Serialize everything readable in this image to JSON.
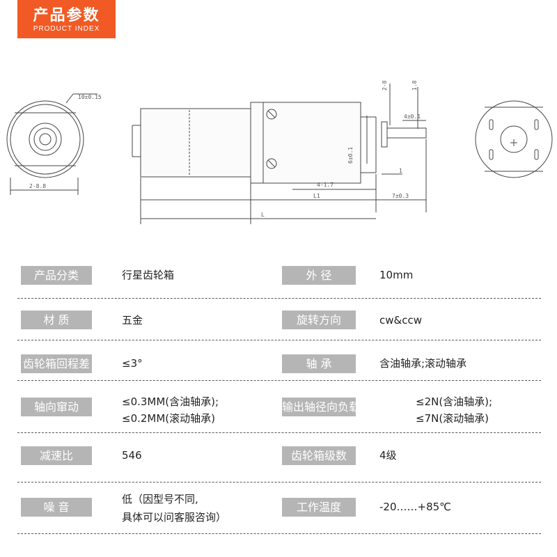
{
  "header": {
    "title_cn": "产品参数",
    "title_en": "PRODUCT INDEX"
  },
  "drawing": {
    "dims": {
      "d10": "10±0.15",
      "w288": "2-8.8",
      "d28": "2-8",
      "len18": "1.8",
      "d4": "4±0.1",
      "d6": "6±0.1",
      "m4": "4-1.7",
      "l1": "L1",
      "seven": "7±0.3",
      "ltot": "L",
      "one": "1"
    }
  },
  "specs": {
    "rows": [
      {
        "left_label": "产品分类",
        "left_value": [
          "行星齿轮箱"
        ],
        "right_label": "外 径",
        "right_value": [
          "10mm"
        ]
      },
      {
        "left_label": "材 质",
        "left_value": [
          "五金"
        ],
        "right_label": "旋转方向",
        "right_value": [
          "cw&ccw"
        ]
      },
      {
        "left_label": "齿轮箱回程差",
        "left_value": [
          "≤3°"
        ],
        "right_label": "轴 承",
        "right_value": [
          "含油轴承;滚动轴承"
        ]
      },
      {
        "left_label": "轴向窜动",
        "left_value": [
          "≤0.3MM(含油轴承);",
          "≤0.2MM(滚动轴承)"
        ],
        "right_label": "输出轴径向负载",
        "right_value": [
          "≤2N(含油轴承);",
          "≤7N(滚动轴承)"
        ]
      },
      {
        "left_label": "减速比",
        "left_value": [
          "546"
        ],
        "right_label": "齿轮箱级数",
        "right_value": [
          "4级"
        ]
      },
      {
        "left_label": "噪 音",
        "left_value": [
          "低（因型号不同,",
          "具体可以问客服咨询）"
        ],
        "right_label": "工作温度",
        "right_value": [
          "-20……+85℃"
        ]
      }
    ]
  }
}
